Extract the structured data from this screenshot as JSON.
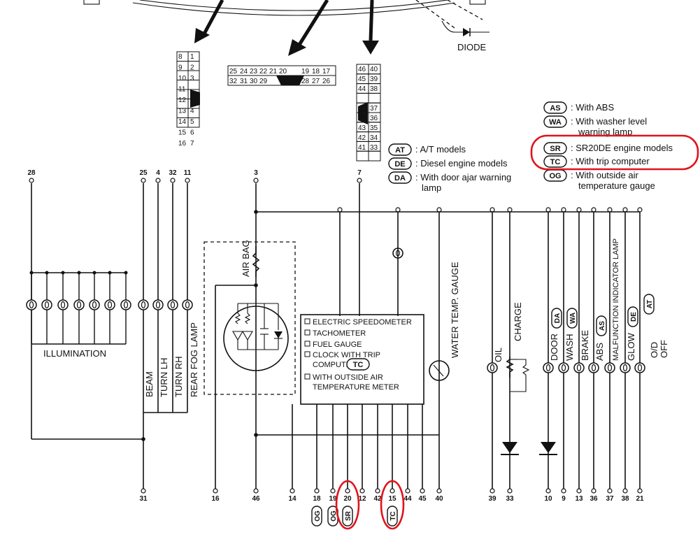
{
  "diode_label": "DIODE",
  "connectors": {
    "left": [
      "8",
      "1",
      "9",
      "2",
      "10",
      "3",
      "11",
      "12",
      "13",
      "4",
      "14",
      "5",
      "15",
      "6",
      "16",
      "7"
    ],
    "middle_top": [
      "25",
      "24",
      "23",
      "22",
      "21",
      "20",
      "19",
      "18",
      "17"
    ],
    "middle_bottom": [
      "32",
      "31",
      "30",
      "29",
      "28",
      "27",
      "26"
    ],
    "right": [
      "46",
      "40",
      "45",
      "39",
      "44",
      "38",
      "37",
      "36",
      "43",
      "35",
      "42",
      "34",
      "41",
      "33"
    ]
  },
  "legend_center": [
    {
      "code": "AT",
      "text": ": A/T models"
    },
    {
      "code": "DE",
      "text": ": Diesel engine models"
    },
    {
      "code": "DA",
      "text": ": With door ajar warning",
      "text2": "lamp"
    }
  ],
  "legend_right": [
    {
      "code": "AS",
      "text": ": With ABS"
    },
    {
      "code": "WA",
      "text": ": With washer level",
      "text2": "warning lamp"
    },
    {
      "code": "SR",
      "text": ": SR20DE engine models"
    },
    {
      "code": "TC",
      "text": ": With trip computer"
    },
    {
      "code": "OG",
      "text": ": With outside air",
      "text2": "temperature gauge"
    }
  ],
  "top_pins": [
    "28",
    "25",
    "4",
    "32",
    "11",
    "3",
    "7"
  ],
  "labels": {
    "illumination": "ILLUMINATION",
    "beam": "BEAM",
    "turn_lh": "TURN LH",
    "turn_rh": "TURN RH",
    "rear_fog": "REAR FOG LAMP",
    "air_bag": "AIR BAG",
    "water_temp": "WATER TEMP. GAUGE",
    "oil": "OIL",
    "charge": "CHARGE",
    "door": "DOOR",
    "wash": "WASH",
    "brake": "BRAKE",
    "abs": "ABS",
    "malfunction": "MALFUNCTION INDICATOR LAMP",
    "glow": "GLOW",
    "od_off_1": "O/D",
    "od_off_2": "OFF"
  },
  "meter_box": [
    {
      "text": "ELECTRIC SPEEDOMETER"
    },
    {
      "text": "TACHOMETER"
    },
    {
      "text": "FUEL GAUGE"
    },
    {
      "text": "CLOCK WITH TRIP",
      "text2": "COMPUTER:",
      "code": "TC"
    },
    {
      "text": "WITH OUTSIDE AIR",
      "text2": "TEMPERATURE METER"
    }
  ],
  "bottom_pins": [
    "31",
    "16",
    "46",
    "14",
    "18",
    "19",
    "20",
    "12",
    "42",
    "15",
    "44",
    "45",
    "40",
    "39",
    "33",
    "10",
    "9",
    "13",
    "36",
    "37",
    "38",
    "21"
  ],
  "bottom_codes": [
    "OG",
    "OG",
    "SR",
    "TC"
  ],
  "tag_codes": {
    "door": "DA",
    "wash": "WA",
    "abs": "AS",
    "glow": "DE",
    "od": "AT"
  }
}
